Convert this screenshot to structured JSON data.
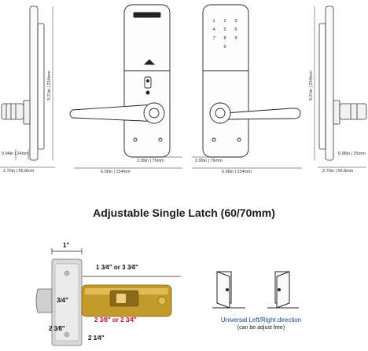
{
  "heading": "Adjustable Single Latch (60/70mm)",
  "views": {
    "left_side": {
      "height": "9.21in | 234mm",
      "depth": "0.94in | 24mm",
      "width": "2.70in | 66.8mm"
    },
    "front": {
      "handle_length": "6.06in | 154mm",
      "center_to_edge": "2.99in | 76mm"
    },
    "back": {
      "handle_length": "6.06in | 154mm",
      "center_to_edge": "2.99in | 76mm"
    },
    "right_side": {
      "height": "9.21in | 234mm",
      "depth": "0.98in | 25mm",
      "width": "2.70in | 66.8mm"
    },
    "brand_plate": "",
    "keypad": [
      "1",
      "2",
      "3",
      "4",
      "5",
      "6",
      "7",
      "8",
      "9",
      "0"
    ]
  },
  "latch": {
    "faceplate_width": "1\"",
    "inner_depth": "3/4\"",
    "backset_options": "1 3⁄4\" or 3 3⁄4\"",
    "backset_red": "2 3⁄8\" or 2 3⁄4\"",
    "bottom_left": "2 3⁄8\"",
    "bottom_right": "2 1⁄4\""
  },
  "direction": {
    "title": "Universal Left/Right direction",
    "subtitle": "(can be adjust free)"
  },
  "colors": {
    "accent_red": "#c8102e",
    "accent_blue": "#1c3f8c",
    "brass": "#c49a2a"
  }
}
